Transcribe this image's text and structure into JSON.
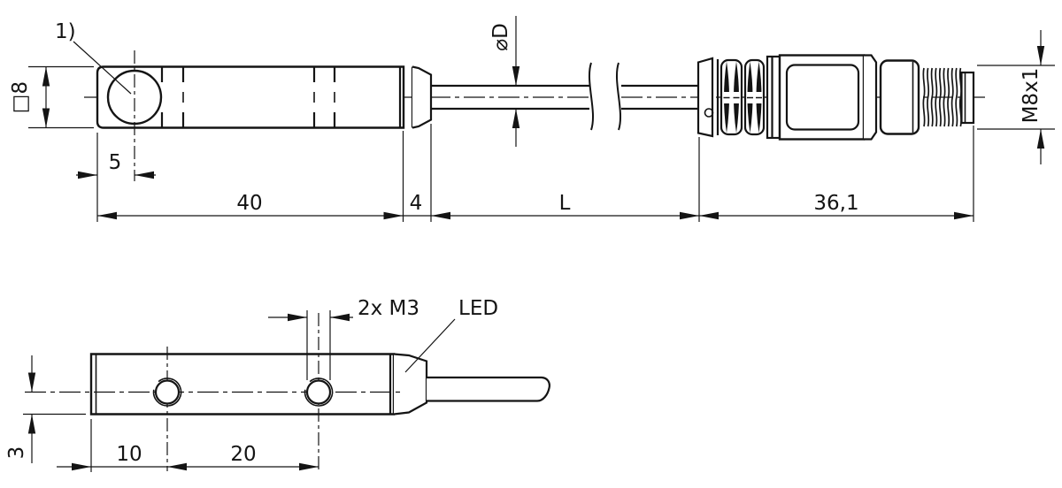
{
  "colors": {
    "line": "#141414",
    "background": "#ffffff"
  },
  "top_view": {
    "ref_label": "1)",
    "dim_cross_section": "□8",
    "dim_face_offset": "5",
    "dim_body_length": "40",
    "dim_tip_length": "4",
    "dim_cable_length": "L",
    "dim_connector_length": "36,1",
    "dim_cable_diameter": "⌀D",
    "dim_connector_thread": "M8x1"
  },
  "bottom_view": {
    "dim_mounting_holes": "2x M3",
    "label_led": "LED",
    "dim_hole_offset": "10",
    "dim_hole_spacing": "20",
    "dim_hole_axis_height": "3"
  }
}
